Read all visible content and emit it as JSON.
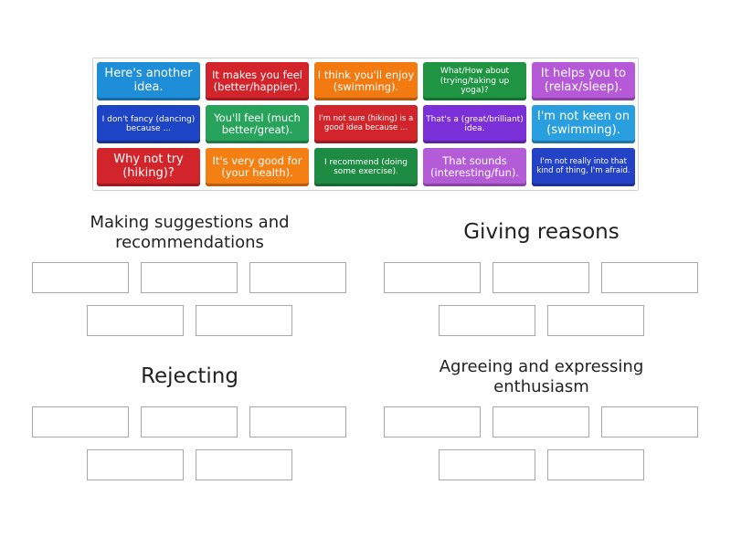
{
  "tiles": [
    {
      "text": "Here's another idea.",
      "color": "#1e8ed8"
    },
    {
      "text": "It makes you feel (better/happier).",
      "color": "#d3242c"
    },
    {
      "text": "I think you'll enjoy (swimming).",
      "color": "#f27a10"
    },
    {
      "text": "What/How about (trying/taking up yoga)?",
      "color": "#1f9442"
    },
    {
      "text": "It helps you to (relax/sleep).",
      "color": "#b559d9"
    },
    {
      "text": "I don't fancy (dancing) because ...",
      "color": "#1d44c4"
    },
    {
      "text": "You'll feel (much better/great).",
      "color": "#27a35c"
    },
    {
      "text": "I'm not sure (hiking) is a good idea because ...",
      "color": "#d1242b"
    },
    {
      "text": "That's a (great/brilliant) idea.",
      "color": "#7a2fd8"
    },
    {
      "text": "I'm not keen on (swimming).",
      "color": "#2a9fe0"
    },
    {
      "text": "Why not try (hiking)?",
      "color": "#d1242b"
    },
    {
      "text": "It's very good for (your health).",
      "color": "#f47f12"
    },
    {
      "text": "I recommend (doing some exercise).",
      "color": "#1e8b43"
    },
    {
      "text": "That sounds (interesting/fun).",
      "color": "#b45bd8"
    },
    {
      "text": "I'm not really into that kind of thing, I'm afraid.",
      "color": "#2342c6"
    }
  ],
  "groups": [
    {
      "title": "Making suggestions and recommendations"
    },
    {
      "title": "Giving reasons"
    },
    {
      "title": "Rejecting"
    },
    {
      "title": "Agreeing and expressing enthusiasm"
    }
  ]
}
